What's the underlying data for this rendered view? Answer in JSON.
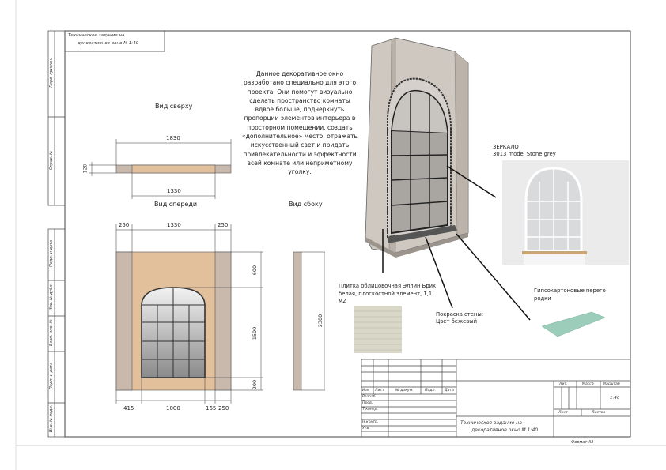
{
  "header_box": {
    "line1": "Техническое задание на",
    "line2": "декоративное окно   М 1:40"
  },
  "side_strip": [
    "Перв. примен.",
    "Справ. №",
    "Подп. и дата",
    "Инв. № дубл.",
    "Взам. инв. №",
    "Подп. и дата",
    "Инв. № подл."
  ],
  "views": {
    "top": "Вид сверху",
    "front": "Вид спереди",
    "side": "Вид сбоку"
  },
  "dims": {
    "top_total": "1830",
    "top_inner": "1330",
    "top_depth": "120",
    "front_left": "250",
    "front_mid": "1330",
    "front_right": "250",
    "front_top": "600",
    "front_window": "1500",
    "front_bottom": "200",
    "bottom_a": "415",
    "bottom_b": "1000",
    "bottom_c": "165",
    "bottom_d": "250",
    "side_height": "2300"
  },
  "description": "Данное декоративное окно разработано специально для этого проекта. Они помогут визуально сделать пространство комнаты вдвое больше, подчеркнуть пропорции элементов интерьера в просторном помещении, создать «дополнительное» место, отражать искусственный свет и придать привлекательности и эффектности всей комнате или неприметному уголку.",
  "callouts": {
    "mirror_title": "ЗЕРКАЛО",
    "mirror_model": "3013 model Stone grey",
    "tile": "Плитка облицовочная Эллин Брик белая, плоскостной элемент, 1,1 м2",
    "paint_1": "Покраска стены:",
    "paint_2": "Цвет бежевый",
    "drywall": "Гипсокартоновые перего родки"
  },
  "title_block": {
    "cols": [
      "Изм",
      "Лист",
      "№ докум.",
      "Подп.",
      "Дата"
    ],
    "rows": [
      "Разраб.",
      "Пров.",
      "Т.контр.",
      "Н.контр.",
      "Утв."
    ],
    "lit": "Лит.",
    "mass": "Масса",
    "scale_label": "Масштаб",
    "scale": "1:40",
    "sheet": "Лист",
    "sheets": "Листов",
    "title1": "Техническое задание на",
    "title2": "декоративное окно   М 1:40",
    "format": "Формат А3"
  },
  "colors": {
    "wall": "#e3c09c",
    "pillar": "#c8b9ac",
    "frame": "#555555"
  }
}
